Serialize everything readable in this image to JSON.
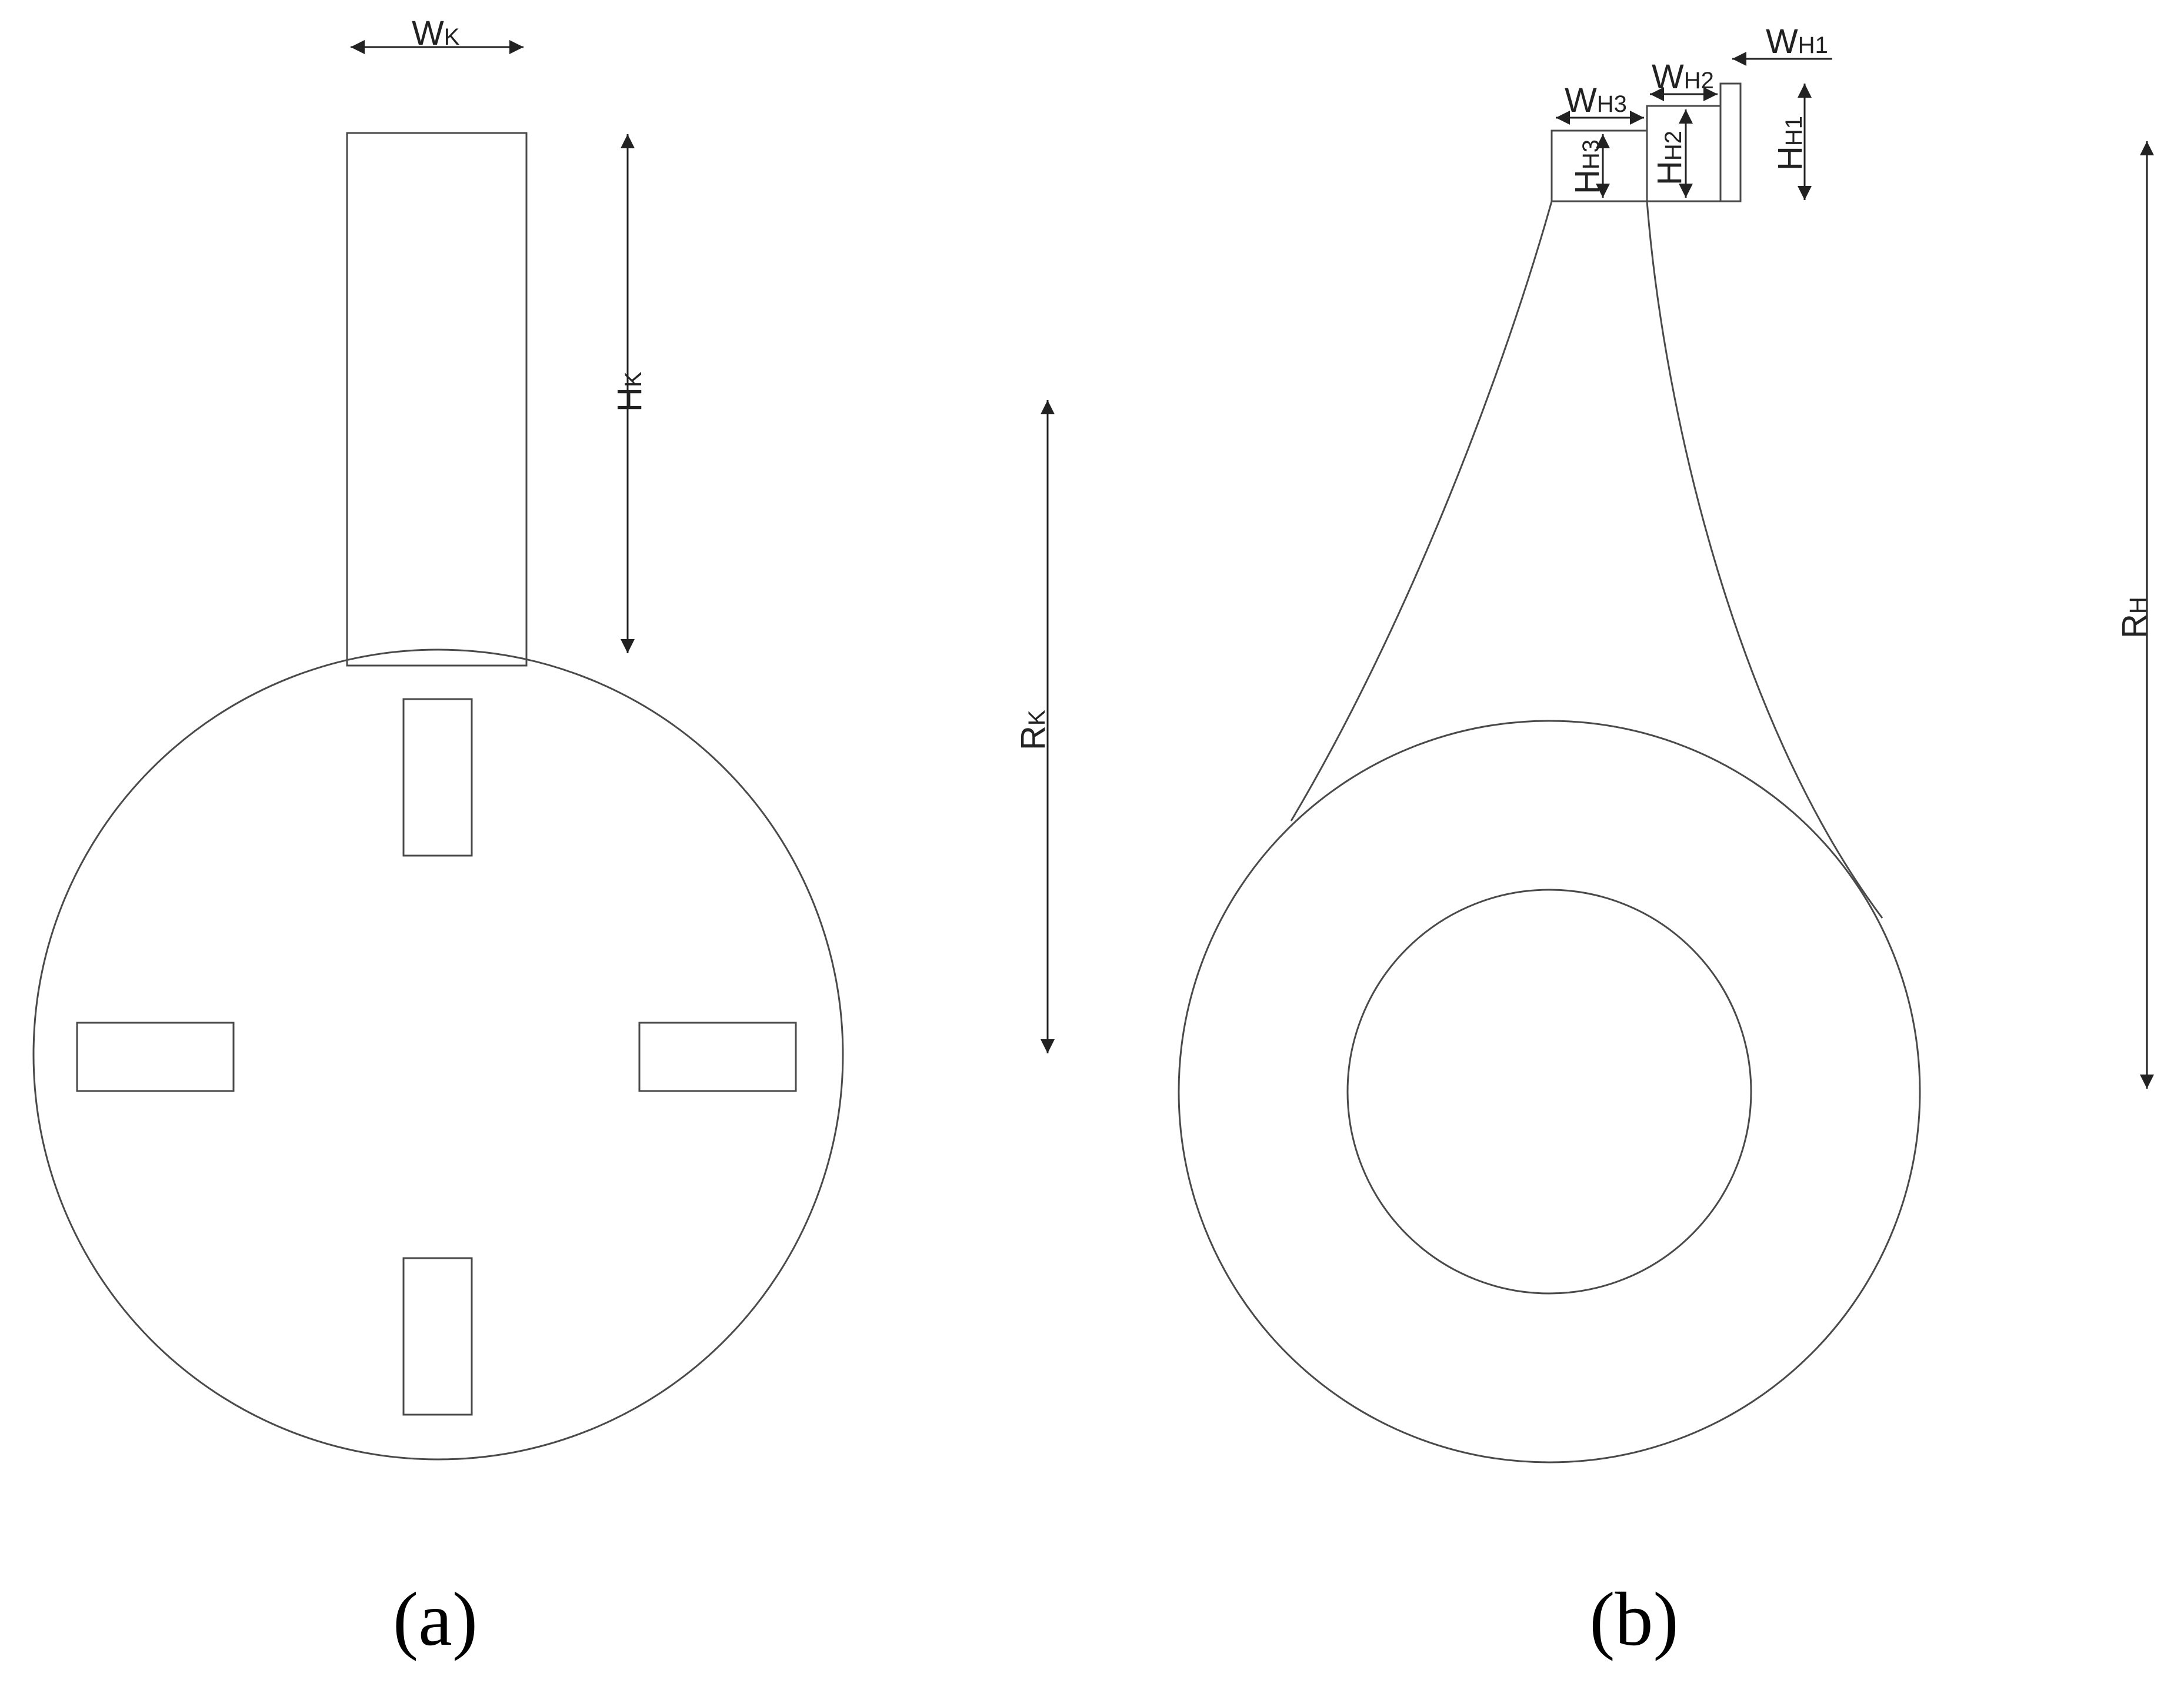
{
  "diagram": {
    "panel_a": {
      "caption": "(a)",
      "labels": {
        "width": {
          "main": "W",
          "sub": "K"
        },
        "height": {
          "main": "H",
          "sub": "K"
        },
        "radius": {
          "main": "R",
          "sub": "K"
        }
      }
    },
    "panel_b": {
      "caption": "(b)",
      "labels": {
        "width_1": {
          "main": "W",
          "sub": "H1"
        },
        "width_2": {
          "main": "W",
          "sub": "H2"
        },
        "width_3": {
          "main": "W",
          "sub": "H3"
        },
        "height_1": {
          "main": "H",
          "sub": "H1"
        },
        "height_2": {
          "main": "H",
          "sub": "H2"
        },
        "height_3": {
          "main": "H",
          "sub": "H3"
        },
        "radius": {
          "main": "R",
          "sub": "H"
        }
      }
    },
    "colors": {
      "stroke": "#4a4a4a",
      "text": "#222222",
      "background": "#ffffff"
    }
  }
}
